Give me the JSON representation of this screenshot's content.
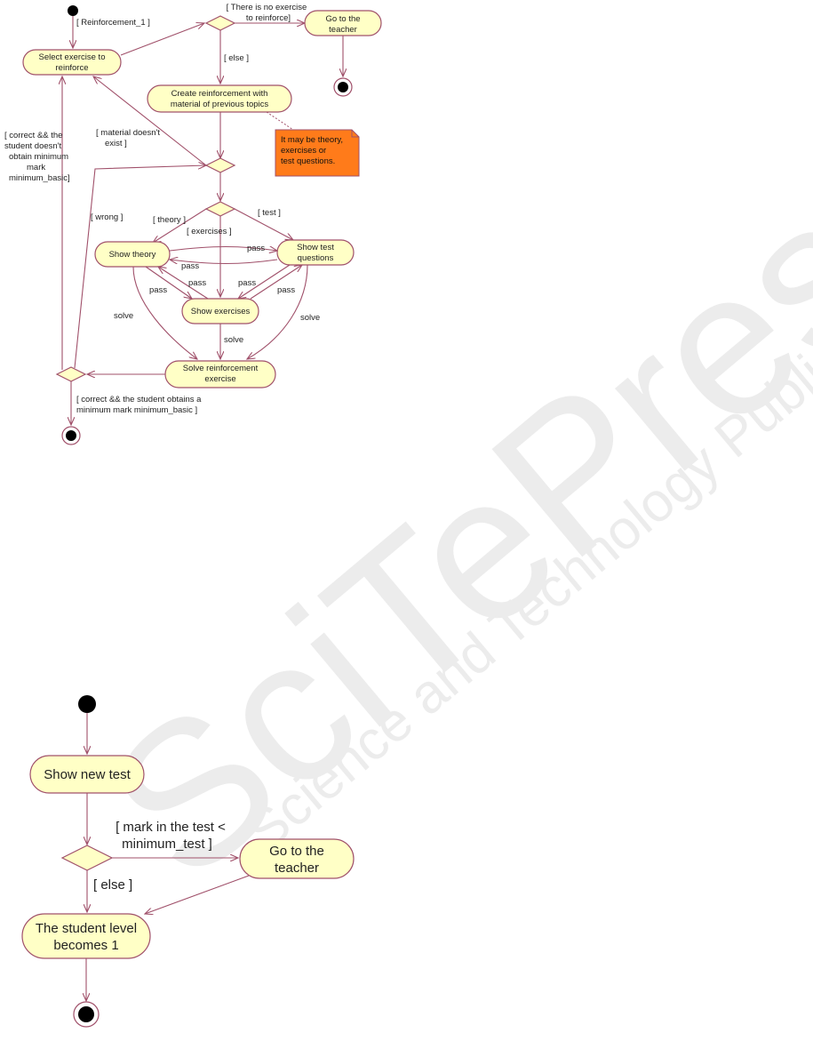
{
  "watermark": {
    "big": "SciTePress",
    "small": "Science and Technology Publications"
  },
  "diagram1": {
    "activities": {
      "select_exercise": "Select exercise to reinforce",
      "go_teacher": "Go to the teacher",
      "create_reinforcement": "Create reinforcement with material of previous topics",
      "show_theory": "Show theory",
      "show_test": "Show test questions",
      "show_exercises": "Show exercises",
      "solve_exercise": "Solve reinforcement exercise"
    },
    "note": "It may be theory, exercises or test questions.",
    "guards": {
      "reinforcement_1": "[ Reinforcement_1 ]",
      "no_exercise": "[ There is no exercise to reinforce]",
      "else": "[ else ]",
      "material_not_exist": "[ material doesn't exist ]",
      "correct_no_min": "[ correct && the student doesn't obtain minimum mark minimum_basic]",
      "wrong": "[ wrong ]",
      "theory": "[ theory ]",
      "test": "[ test ]",
      "exercises": "[ exercises ]",
      "correct_min": "[ correct && the student obtains a minimum mark minimum_basic ]"
    },
    "flow_labels": {
      "pass": "pass",
      "solve": "solve"
    }
  },
  "diagram2": {
    "activities": {
      "show_new_test": "Show new test",
      "go_teacher": "Go to the teacher",
      "level_becomes_1": "The student level becomes 1"
    },
    "guards": {
      "mark_lt_min": "[ mark in the test < minimum_test ]",
      "else": "[ else ]"
    }
  }
}
